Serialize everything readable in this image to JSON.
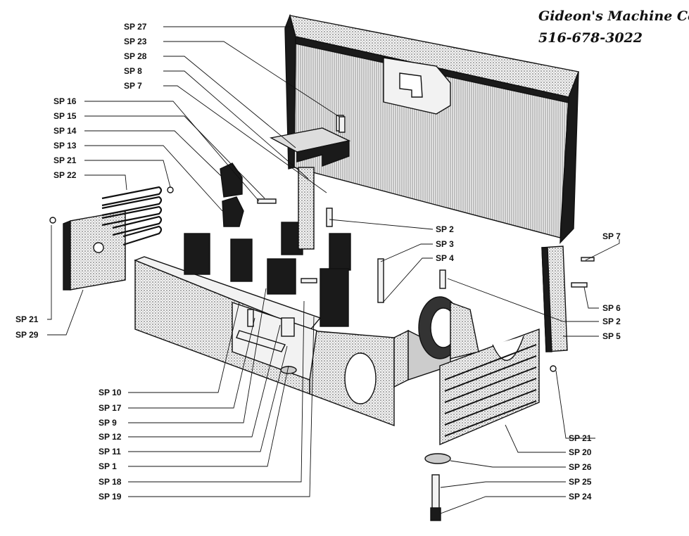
{
  "header": {
    "company": "Gideon's Machine Corp.",
    "phone": "516-678-3022"
  },
  "labels": [
    {
      "id": "sp27",
      "text": "SP 27"
    },
    {
      "id": "sp23",
      "text": "SP 23"
    },
    {
      "id": "sp28",
      "text": "SP 28"
    },
    {
      "id": "sp8",
      "text": "SP 8"
    },
    {
      "id": "sp7a",
      "text": "SP 7"
    },
    {
      "id": "sp16",
      "text": "SP 16"
    },
    {
      "id": "sp15",
      "text": "SP 15"
    },
    {
      "id": "sp14",
      "text": "SP 14"
    },
    {
      "id": "sp13",
      "text": "SP 13"
    },
    {
      "id": "sp21a",
      "text": "SP 21"
    },
    {
      "id": "sp22",
      "text": "SP 22"
    },
    {
      "id": "sp21b",
      "text": "SP 21"
    },
    {
      "id": "sp29",
      "text": "SP 29"
    },
    {
      "id": "sp10",
      "text": "SP 10"
    },
    {
      "id": "sp17",
      "text": "SP 17"
    },
    {
      "id": "sp9",
      "text": "SP 9"
    },
    {
      "id": "sp12",
      "text": "SP 12"
    },
    {
      "id": "sp11",
      "text": "SP 11"
    },
    {
      "id": "sp1",
      "text": "SP 1"
    },
    {
      "id": "sp18",
      "text": "SP 18"
    },
    {
      "id": "sp19",
      "text": "SP 19"
    },
    {
      "id": "sp2a",
      "text": "SP 2"
    },
    {
      "id": "sp3",
      "text": "SP 3"
    },
    {
      "id": "sp4",
      "text": "SP 4"
    },
    {
      "id": "sp7b",
      "text": "SP 7"
    },
    {
      "id": "sp6",
      "text": "SP 6"
    },
    {
      "id": "sp2b",
      "text": "SP 2"
    },
    {
      "id": "sp5",
      "text": "SP 5"
    },
    {
      "id": "sp21c",
      "text": "SP 21"
    },
    {
      "id": "sp20",
      "text": "SP 20"
    },
    {
      "id": "sp26",
      "text": "SP 26"
    },
    {
      "id": "sp25",
      "text": "SP 25"
    },
    {
      "id": "sp24",
      "text": "SP 24"
    }
  ]
}
